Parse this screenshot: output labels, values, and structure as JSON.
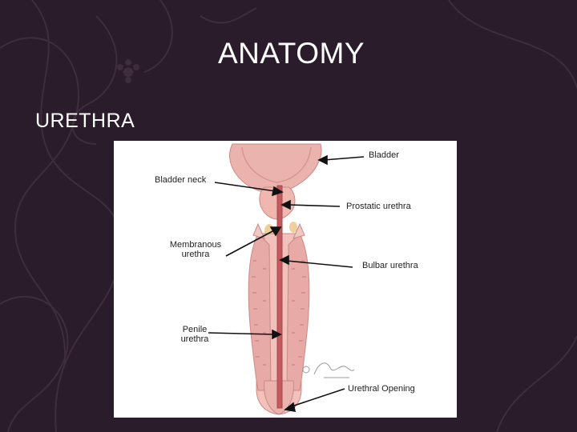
{
  "slide": {
    "title": "ANATOMY",
    "subtitle": "URETHRA"
  },
  "diagram": {
    "labels": {
      "bladder": "Bladder",
      "bladder_neck": "Bladder neck",
      "prostatic_urethra": "Prostatic urethra",
      "membranous_line1": "Membranous",
      "membranous_line2": "urethra",
      "bulbar_urethra": "Bulbar urethra",
      "penile_line1": "Penile",
      "penile_line2": "urethra",
      "urethral_opening": "Urethral Opening"
    },
    "signature": "© Fairman 2005"
  },
  "colors": {
    "background": "#2a1c2a",
    "tissue": "#e9a9a6",
    "urethra": "#c25a5e",
    "text": "#ffffff"
  }
}
